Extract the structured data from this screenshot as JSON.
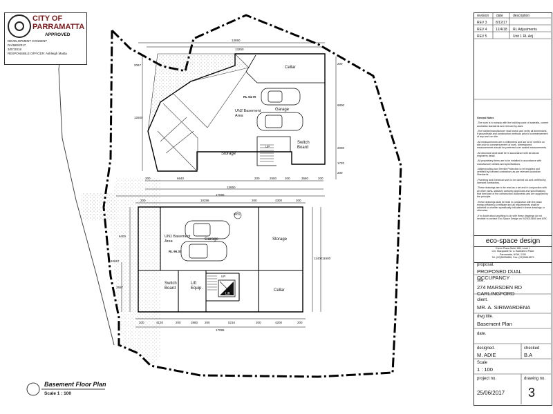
{
  "stamp": {
    "city": "CITY OF PARRAMATTA",
    "status": "APPROVED",
    "lines": [
      "DEVELOPMENT CONSENT",
      "DA/580/2017",
      "3/07/2018",
      "RESPONSIBLE OFFICER: Ashleigh Maitta"
    ]
  },
  "revisions": {
    "headers": [
      "revision",
      "date",
      "description"
    ],
    "rows": [
      [
        "REV 3",
        "8/12/17",
        ""
      ],
      [
        "REV 4",
        "12/4/18",
        "RL Adjustments"
      ],
      [
        "REV 5",
        "",
        "Unit 1 RL Adj"
      ]
    ]
  },
  "notes": {
    "title": "General Notes",
    "items": [
      "-The work is to comply with the building code of australia, current australian standards and relevant by-laws.",
      "-The builder/manufacturer shall check and verify all dimensions, if ground/slab and construction methods prior to commencement of any work on site.",
      "-All measurements are in millimetres and are to be verified on site prior to commencement of work, dimensioned measurements should be preferred over scaled measurements.",
      "-All structural work shall be in accordance with structural engineers detail.",
      "-All proprietary items are to be installed in accordance with manufacturer details and specifications.",
      "-Waterproofing and Termite Protection to be installed and certified by licensed contractors as per relevant Australian Standards.",
      "-Plumbing and Electrical work to be carried out and certified by licensed contractors.",
      "-These drawings are to be read as a set and in conjunction with all other plans, statutory authority approvals and specifications that form part of the construction documents and are supplied by the principle.",
      "-These drawings shall be read in conjunction with the basix energy efficiency certificate and all requirements shall be adhered to whether specifically indicated in these drawings or otherwise.",
      "-If in doubt about anything to do with these drawings do not hesitate to contact Eco-Space Design on 0425310840 and ASK."
    ]
  },
  "firm": {
    "name": "eco-space design",
    "address": [
      "Green Plaza Suite 15B, Level 1",
      "Cnr. Macquarie St. & Hawksford Place",
      "Parramatta, NSW, 2150",
      "Tel: (02)96006666, Fax: (02)96615879"
    ]
  },
  "titleblock": {
    "proposal_label": "proposal.",
    "proposal": "PROPOSED DUAL OCCUPANCY",
    "site_label": "site.",
    "site": [
      "274 MARSDEN RD",
      "CARLINGFORD"
    ],
    "client_label": "client.",
    "client": "MR. A. SIRIWARDENA",
    "dwg_label": "dwg title.",
    "dwg": "Basement Plan",
    "date_label": "date.",
    "designed_label": "designed.",
    "designed": "M. ADIE",
    "checked_label": "checked",
    "checked": "B.A",
    "scale_label": "Scale",
    "scale": "1 : 100",
    "project_label": "project no.",
    "project": "25/06/2017",
    "drawing_label": "drawing no.",
    "drawing": "3"
  },
  "plan": {
    "title": "Basement Floor Plan",
    "scale": "Scale   1 : 100",
    "unit2": {
      "rooms": [
        "Cellar",
        "Garage",
        "Storage",
        "Switch Board",
        "UN2 Basement Area"
      ],
      "rl": "RL 94.70",
      "dims_top": [
        "13650",
        "13250"
      ],
      "dims_bottom": [
        "200",
        "6640",
        "200",
        "2550",
        "200",
        "3660",
        "200"
      ],
      "dim_total": [
        "13650",
        "17096"
      ],
      "dims_right": [
        "6800",
        "2000",
        "1720",
        "200",
        "200"
      ],
      "dims_left": [
        "2067",
        "12600"
      ],
      "up": "UP"
    },
    "unit1": {
      "rooms": [
        "Garage",
        "Storage",
        "Switch Board",
        "Lift Equip.",
        "Lift",
        "Cellar",
        "UN1 Basement Area"
      ],
      "rl": "RL 96.30",
      "dims_top": [
        "200",
        "10286",
        "200",
        "4300",
        "200"
      ],
      "dims_bottom": [
        "200",
        "4120",
        "200",
        "2880",
        "200",
        "5216",
        "200",
        "4200",
        "200"
      ],
      "dim_total": "17096",
      "dims_right": [
        "11400",
        "11600"
      ],
      "dims_left": [
        "6400",
        "10657",
        "3557"
      ],
      "wc": "W01",
      "up": "UP"
    }
  }
}
